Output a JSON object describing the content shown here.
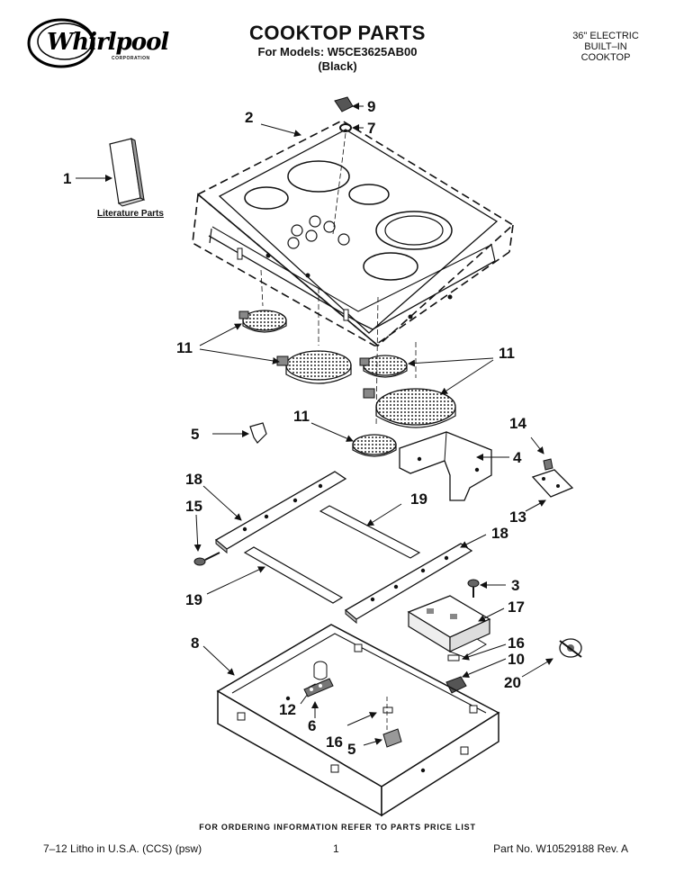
{
  "header": {
    "brand": "Whirlpool",
    "brand_sub": "CORPORATION",
    "title": "COOKTOP PARTS",
    "models_line": "For Models: W5CE3625AB00",
    "color_line": "(Black)",
    "product_type": [
      "36\" ELECTRIC",
      "BUILT–IN",
      "COOKTOP"
    ]
  },
  "literature_label": "Literature Parts",
  "callouts": {
    "c1": "1",
    "c2": "2",
    "c9": "9",
    "c7": "7",
    "c11a": "11",
    "c11b": "11",
    "c11c": "11",
    "c5a": "5",
    "c14": "14",
    "c4": "4",
    "c13": "13",
    "c18a": "18",
    "c15": "15",
    "c19a": "19",
    "c19b": "19",
    "c18b": "18",
    "c3": "3",
    "c17": "17",
    "c16a": "16",
    "c10": "10",
    "c20": "20",
    "c8": "8",
    "c12": "12",
    "c6": "6",
    "c16b": "16",
    "c5b": "5"
  },
  "footer": {
    "order_info": "FOR ORDERING INFORMATION REFER TO PARTS PRICE LIST",
    "litho": "7–12 Litho in U.S.A. (CCS) (psw)",
    "page": "1",
    "part_no": "Part No. W10529188 Rev. A"
  }
}
